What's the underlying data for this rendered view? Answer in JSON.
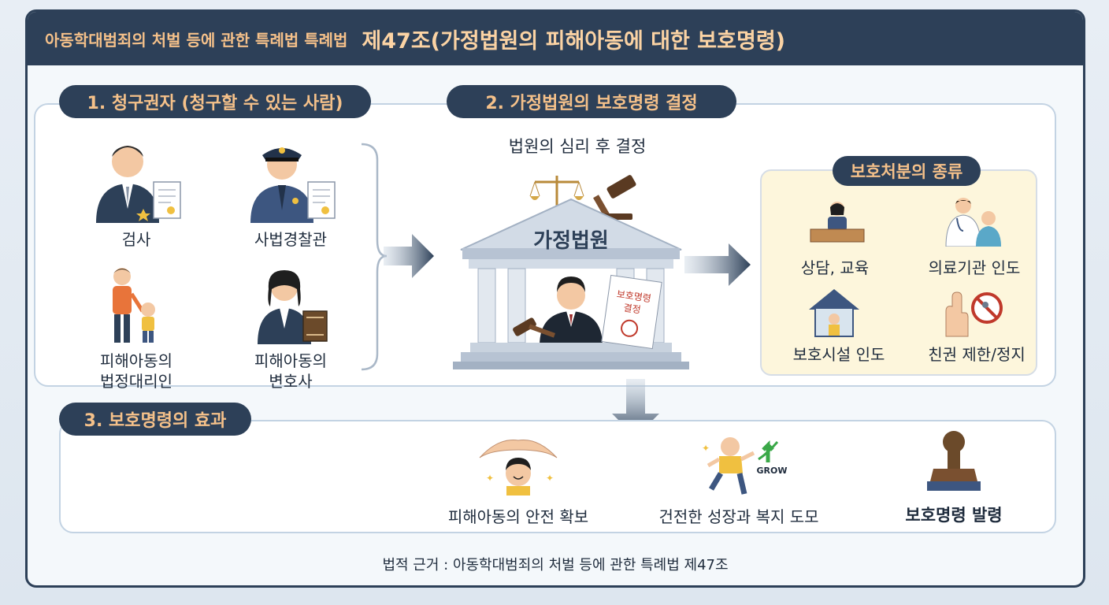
{
  "header": {
    "law_title": "아동학대범죄의 처벌 등에 관한 특례법 특례법",
    "article_title": "제47조(가정법원의 피해아동에 대한 보호명령)"
  },
  "section1": {
    "title": "1. 청구권자 (청구할 수 있는 사람)",
    "persons": {
      "prosecutor": "검사",
      "police": "사법경찰관",
      "guardian_line1": "피해아동의",
      "guardian_line2": "법정대리인",
      "lawyer_line1": "피해아동의",
      "lawyer_line2": "변호사"
    }
  },
  "section2": {
    "title": "2. 가정법원의 보호명령 결정",
    "subtitle": "법원의 심리 후 결정",
    "court_name": "가정법원",
    "doc_text_line1": "보호명령",
    "doc_text_line2": "결정"
  },
  "measures": {
    "title": "보호처분의 종류",
    "items": [
      "상담, 교육",
      "의료기관 인도",
      "보호시설 인도",
      "친권 제한/정지"
    ]
  },
  "section3": {
    "title": "3. 보호명령의 효과",
    "effects": [
      "피해아동의 안전 확보",
      "건전한 성장과 복지 도모",
      "보호명령 발령"
    ],
    "grow_text": "GROW"
  },
  "footer": {
    "basis": "법적 근거 : 아동학대범죄의 처벌 등에 관한 특례법 제47조"
  },
  "colors": {
    "navy": "#2d4058",
    "accent_orange": "#f5c18a",
    "panel_border": "#c3d3e3",
    "yellow_panel": "#fdf6dc"
  }
}
